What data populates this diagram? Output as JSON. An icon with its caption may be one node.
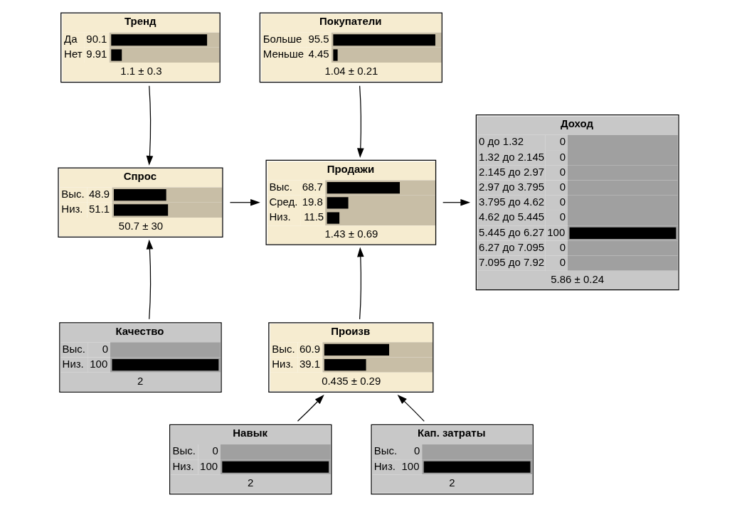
{
  "diagram": {
    "nodes": [
      {
        "text": [
          "Тренд",
          "Да",
          "90.1",
          "Нет",
          "9.91",
          "1.1 ± 0.3"
        ]
      },
      {
        "text": [
          "Покупатели",
          "Больше",
          "95.5",
          "Меньше",
          "4.45",
          "1.04 ± 0.21"
        ]
      },
      {
        "text": [
          "Доход",
          "0 до 1.32",
          "0",
          "1.32 до 2.145",
          "0",
          "2.145 до 2.97",
          "0",
          "2.97 до 3.795",
          "0",
          "3.795 до 4.62",
          "0",
          "4.62 до 5.445",
          "0",
          "5.445 до 6.27",
          "100",
          "6.27 до 7.095",
          "0",
          "7.095 до 7.92",
          "0",
          "5.86 ± 0.24"
        ]
      },
      {
        "text": [
          "Спрос",
          "Выс.",
          "48.9",
          "Низ.",
          "51.1",
          "50.7 ± 30"
        ]
      },
      {
        "text": [
          "Продажи",
          "Выс.",
          "68.7",
          "Сред.",
          "19.8",
          "Низ.",
          "11.5",
          "1.43 ± 0.69"
        ]
      },
      {
        "text": [
          "Качество",
          "Выс.",
          "0",
          "Низ.",
          "100",
          "2"
        ]
      },
      {
        "text": [
          "Произв",
          "Выс.",
          "60.9",
          "Низ.",
          "39.1",
          "0.435 ± 0.29"
        ]
      },
      {
        "text": [
          "Навык",
          "Выс.",
          "0",
          "Низ.",
          "100",
          "2"
        ]
      },
      {
        "text": [
          "Кап. затраты",
          "Выс.",
          "0",
          "Низ.",
          "100",
          "2"
        ]
      }
    ],
    "edges": [
      {
        "from": 0,
        "to": 3,
        "arrow": "to"
      },
      {
        "from": 1,
        "to": 4,
        "arrow": "to"
      },
      {
        "from": 3,
        "to": 4,
        "arrow": "to"
      },
      {
        "from": 4,
        "to": 2,
        "arrow": "to"
      },
      {
        "from": 5,
        "to": 3,
        "arrow": "to"
      },
      {
        "from": 6,
        "to": 4,
        "arrow": "to"
      },
      {
        "from": 7,
        "to": 6,
        "arrow": "to"
      },
      {
        "from": 8,
        "to": 6,
        "arrow": "to"
      }
    ]
  }
}
